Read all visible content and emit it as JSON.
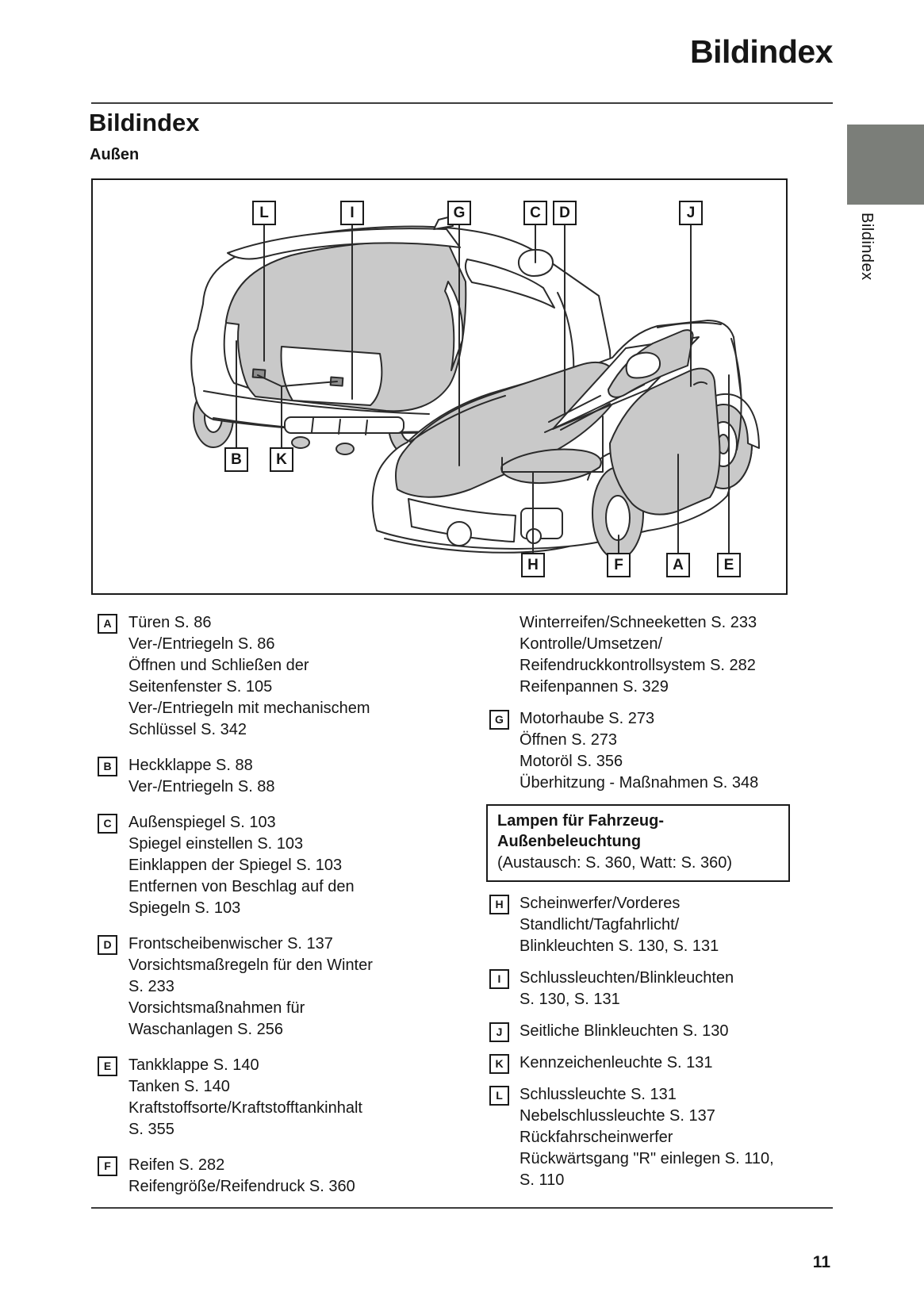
{
  "page": {
    "header_title": "Bildindex",
    "section_title": "Bildindex",
    "subsection_title": "Außen",
    "sidebar_tab": "Bildindex",
    "page_number": "11"
  },
  "colors": {
    "tab_gray": "#7b7e79",
    "shade_gray": "#c9c9c9",
    "line_dark": "#2b2b2b"
  },
  "callouts": {
    "top": [
      "L",
      "I",
      "G",
      "C",
      "D",
      "J"
    ],
    "mid": [
      "B",
      "K"
    ],
    "bottom": [
      "H",
      "F",
      "A",
      "E"
    ]
  },
  "legend_left": [
    {
      "letter": "A",
      "lines": [
        "Türen S. 86",
        "Ver-/Entriegeln S. 86",
        "Öffnen und Schließen der",
        "Seitenfenster S. 105",
        "Ver-/Entriegeln mit mechanischem",
        "Schlüssel S. 342"
      ]
    },
    {
      "letter": "B",
      "lines": [
        "Heckklappe S. 88",
        "Ver-/Entriegeln S. 88"
      ]
    },
    {
      "letter": "C",
      "lines": [
        "Außenspiegel S. 103",
        "Spiegel einstellen S. 103",
        "Einklappen der Spiegel S. 103",
        "Entfernen von Beschlag auf den",
        "Spiegeln S. 103"
      ]
    },
    {
      "letter": "D",
      "lines": [
        "Frontscheibenwischer S. 137",
        "Vorsichtsmaßregeln für den Winter",
        "S. 233",
        "Vorsichtsmaßnahmen für",
        "Waschanlagen S. 256"
      ]
    },
    {
      "letter": "E",
      "lines": [
        "Tankklappe S. 140",
        "Tanken S. 140",
        "Kraftstoffsorte/Kraftstofftankinhalt",
        "S. 355"
      ]
    },
    {
      "letter": "F",
      "lines": [
        "Reifen S. 282",
        "Reifengröße/Reifendruck S. 360"
      ]
    }
  ],
  "legend_right": [
    {
      "lines": [
        "Winterreifen/Schneeketten S. 233",
        "Kontrolle/Umsetzen/",
        "Reifendruckkontrollsystem S. 282",
        "Reifenpannen S. 329"
      ]
    },
    {
      "letter": "G",
      "lines": [
        "Motorhaube S. 273",
        "Öffnen S. 273",
        "Motoröl S. 356",
        "Überhitzung - Maßnahmen S. 348"
      ]
    },
    {
      "box": {
        "title_lines": [
          "Lampen für Fahrzeug-",
          "Außenbeleuchtung"
        ],
        "subtitle": "(Austausch: S. 360, Watt: S. 360)"
      }
    },
    {
      "letter": "H",
      "lines": [
        "Scheinwerfer/Vorderes",
        "Standlicht/Tagfahrlicht/",
        "Blinkleuchten S. 130, S. 131"
      ]
    },
    {
      "letter": "I",
      "lines": [
        "Schlussleuchten/Blinkleuchten",
        "S. 130, S. 131"
      ]
    },
    {
      "letter": "J",
      "lines": [
        "Seitliche Blinkleuchten S. 130"
      ]
    },
    {
      "letter": "K",
      "lines": [
        "Kennzeichenleuchte S. 131"
      ]
    },
    {
      "letter": "L",
      "lines": [
        "Schlussleuchte S. 131",
        "Nebelschlussleuchte S. 137",
        "Rückfahrscheinwerfer",
        "Rückwärtsgang \"R\" einlegen S. 110,",
        "S. 110"
      ]
    }
  ]
}
